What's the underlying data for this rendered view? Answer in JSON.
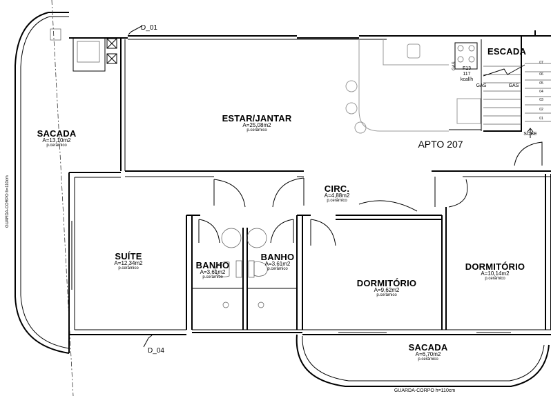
{
  "rooms": {
    "sacada_left": {
      "name": "SACADA",
      "area": "A=13,10m2",
      "floor": "p.cerâmico"
    },
    "estar_jantar": {
      "name": "ESTAR/JANTAR",
      "area": "A=25,08m2",
      "floor": "p.cerâmico"
    },
    "escada": {
      "name": "ESCADA"
    },
    "suite": {
      "name": "SUÍTE",
      "area": "A=12,34m2",
      "floor": "p.cerâmico"
    },
    "circ": {
      "name": "CIRC.",
      "area": "A=4,88m2",
      "floor": "p.cerâmico"
    },
    "banho_1": {
      "name": "BANHO",
      "area": "A=3,61m2",
      "floor": "p.cerâmico"
    },
    "banho_2": {
      "name": "BANHO",
      "area": "A=3,61m2",
      "floor": "p.cerâmico"
    },
    "dormitorio_center": {
      "name": "DORMITÓRIO",
      "area": "A=9,62m2",
      "floor": "p.cerâmico"
    },
    "dormitorio_right": {
      "name": "DORMITÓRIO",
      "area": "A=10,14m2",
      "floor": "p.cerâmico"
    },
    "sacada_bottom": {
      "name": "SACADA",
      "area": "A=6,70m2",
      "floor": "p.cerâmico"
    }
  },
  "apartment_label": "APTO 207",
  "section_marks": {
    "top": "D_01",
    "bottom": "D_04"
  },
  "guardrail_left": "GUARDA-CORPO   h=110cm",
  "guardrail_bottom": "GUARDA-CORPO   h=110cm",
  "stair": {
    "up_label": "SOBE",
    "steps": [
      "07",
      "06",
      "05",
      "04",
      "03",
      "02",
      "01"
    ]
  },
  "heater": {
    "lines": [
      "F13",
      "117",
      "kcal/h"
    ],
    "gas_labels": [
      "GAS",
      "GAS",
      "GAS"
    ]
  }
}
